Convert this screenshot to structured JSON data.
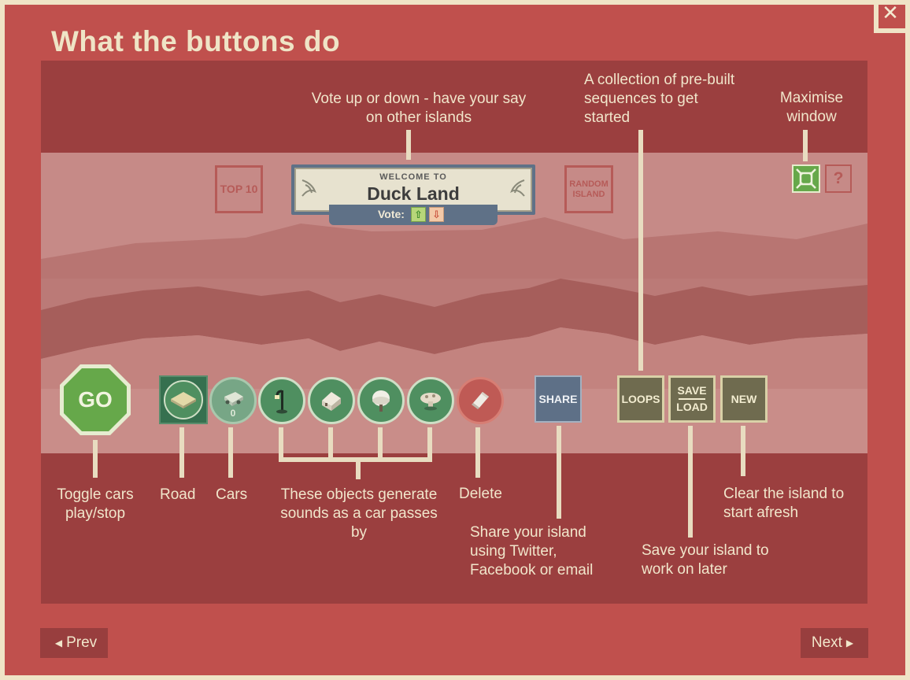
{
  "dialog": {
    "title": "What the buttons do",
    "close_symbol": "✕"
  },
  "island_sign": {
    "welcome": "WELCOME TO",
    "name": "Duck Land",
    "vote_label": "Vote:",
    "vote_up_symbol": "⇧",
    "vote_down_symbol": "⇩"
  },
  "top_buttons": {
    "top10": "TOP 10",
    "random_island": "RANDOM ISLAND",
    "help_symbol": "?"
  },
  "toolbar": {
    "go_label": "GO",
    "cars_count": "0",
    "share_label": "SHARE",
    "loops_label": "LOOPS",
    "save_label": "SAVE",
    "load_label": "LOAD",
    "new_label": "NEW"
  },
  "annotations": {
    "vote": "Vote up or down - have your say on other islands",
    "loops": "A collection of pre-built sequences to get started",
    "maximise": "Maximise window",
    "toggle_cars": "Toggle cars play/stop",
    "road": "Road",
    "cars": "Cars",
    "objects": "These objects generate sounds as a car passes by",
    "delete": "Delete",
    "share": "Share your island using Twitter, Facebook or email",
    "save": "Save your island to work on later",
    "new": "Clear the island to start afresh"
  },
  "navigation": {
    "prev_label": "Prev",
    "next_label": "Next",
    "prev_arrow": "◀",
    "next_arrow": "▶"
  },
  "icons": {
    "close": "close-icon",
    "maximise": "maximise-icon",
    "road": "road-tile-icon",
    "car": "car-icon",
    "lamp": "street-lamp-icon",
    "house": "house-icon",
    "tree": "tree-icon",
    "mushroom": "mushroom-icon",
    "eraser": "eraser-icon"
  },
  "colors": {
    "panel": "#c0504d",
    "demo_area": "#9b3f3f",
    "text": "#f1e6cb",
    "go_green": "#66a84a",
    "tool_green": "#4f8f60",
    "share_blue": "#5e7087"
  }
}
